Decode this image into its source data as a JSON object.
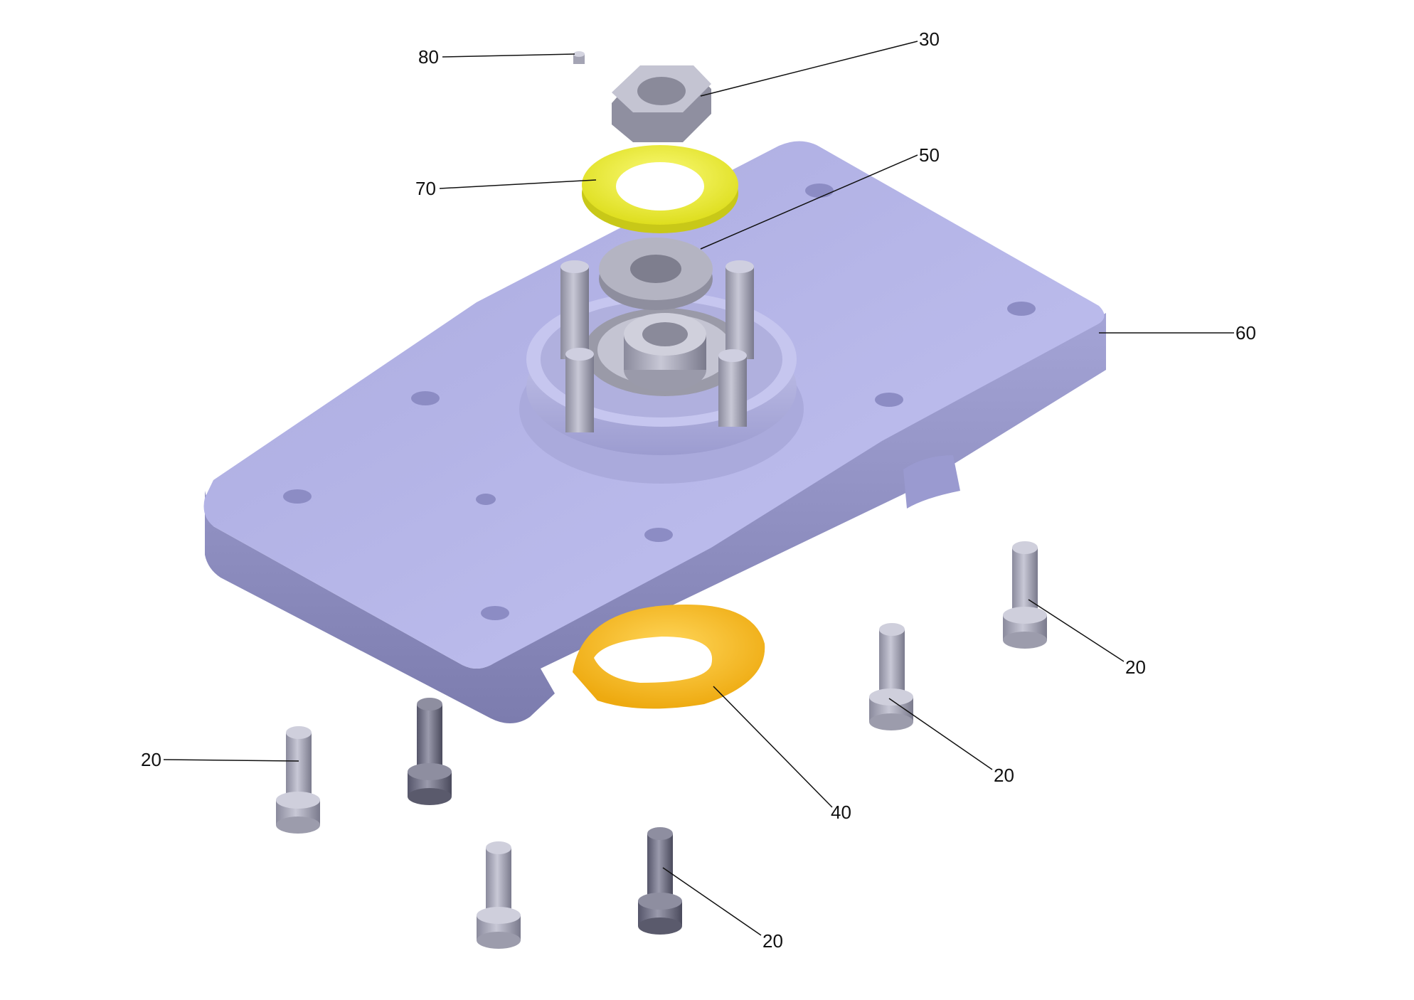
{
  "diagram": {
    "type": "exploded-assembly",
    "colors": {
      "plate_top": "#b4b4e6",
      "plate_side": "#8a8ac0",
      "metal": "#a9a9ba",
      "metal_dark": "#6c6c80",
      "seal_yellow": "#ecec2a",
      "seal_orange": "#f6c21c",
      "leader": "#111111"
    },
    "callouts": [
      {
        "id": "c80",
        "part": "grease-nipple",
        "label": "80"
      },
      {
        "id": "c30",
        "part": "hex-nut",
        "label": "30"
      },
      {
        "id": "c70",
        "part": "upper-seal-ring",
        "label": "70"
      },
      {
        "id": "c50",
        "part": "washer",
        "label": "50"
      },
      {
        "id": "c60",
        "part": "base-plate",
        "label": "60"
      },
      {
        "id": "c40",
        "part": "lower-seal-ring",
        "label": "40"
      },
      {
        "id": "c20a",
        "part": "cap-screw",
        "label": "20"
      },
      {
        "id": "c20b",
        "part": "cap-screw",
        "label": "20"
      },
      {
        "id": "c20c",
        "part": "cap-screw",
        "label": "20"
      },
      {
        "id": "c20d",
        "part": "cap-screw",
        "label": "20"
      }
    ]
  }
}
